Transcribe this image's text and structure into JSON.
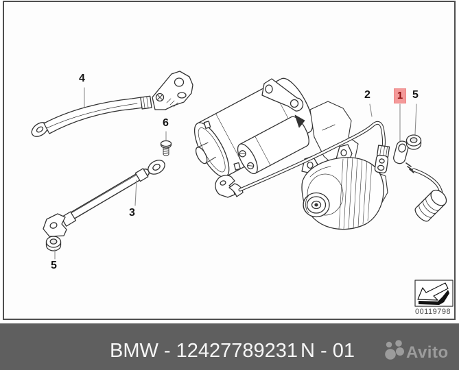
{
  "diagram": {
    "labels": {
      "part4": "4",
      "part6": "6",
      "part3": "3",
      "part5_left": "5",
      "part2": "2",
      "part1": "1",
      "part5_right": "5"
    },
    "highlighted_part": "1",
    "stamp_number": "00119798",
    "colors": {
      "highlight_bg": "#f49a9a",
      "highlight_text": "#8e1111",
      "linework": "#333333"
    }
  },
  "footer": {
    "part_caption": "BMW - 12427789231",
    "sheet_caption": "N - 01",
    "watermark": "Avito",
    "colors": {
      "bar_bg": "#5f5f5f",
      "caption_text": "#f6f6f6",
      "watermark_text": "#9c9c9c"
    }
  }
}
